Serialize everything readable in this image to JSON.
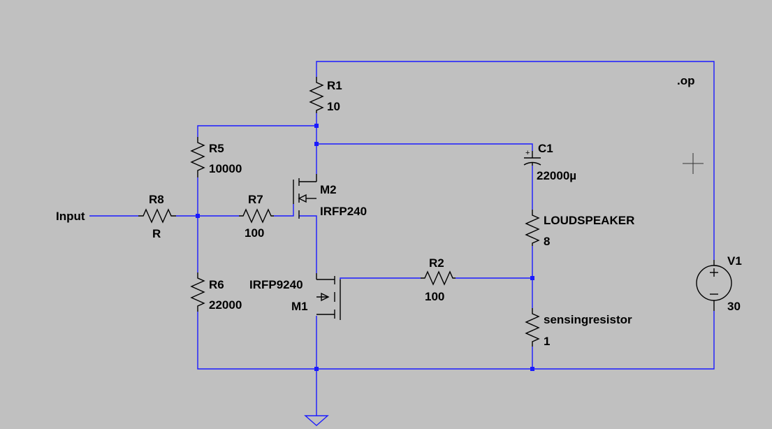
{
  "colors": {
    "background": "#c0c0c0",
    "wire": "#1a1aff",
    "component": "#000000",
    "text": "#000000"
  },
  "directive": ".op",
  "input_label": "Input",
  "components": {
    "R1": {
      "name": "R1",
      "value": "10"
    },
    "R5": {
      "name": "R5",
      "value": "10000"
    },
    "R6": {
      "name": "R6",
      "value": "22000"
    },
    "R7": {
      "name": "R7",
      "value": "100"
    },
    "R8": {
      "name": "R8",
      "value": "R"
    },
    "R2": {
      "name": "R2",
      "value": "100"
    },
    "M2": {
      "name": "M2",
      "value": "IRFP240"
    },
    "M1": {
      "name": "M1",
      "value": "IRFP9240"
    },
    "C1": {
      "name": "C1",
      "value": "22000µ"
    },
    "LS": {
      "name": "LOUDSPEAKER",
      "value": "8"
    },
    "RS": {
      "name": "sensingresistor",
      "value": "1"
    },
    "V1": {
      "name": "V1",
      "value": "30"
    }
  }
}
